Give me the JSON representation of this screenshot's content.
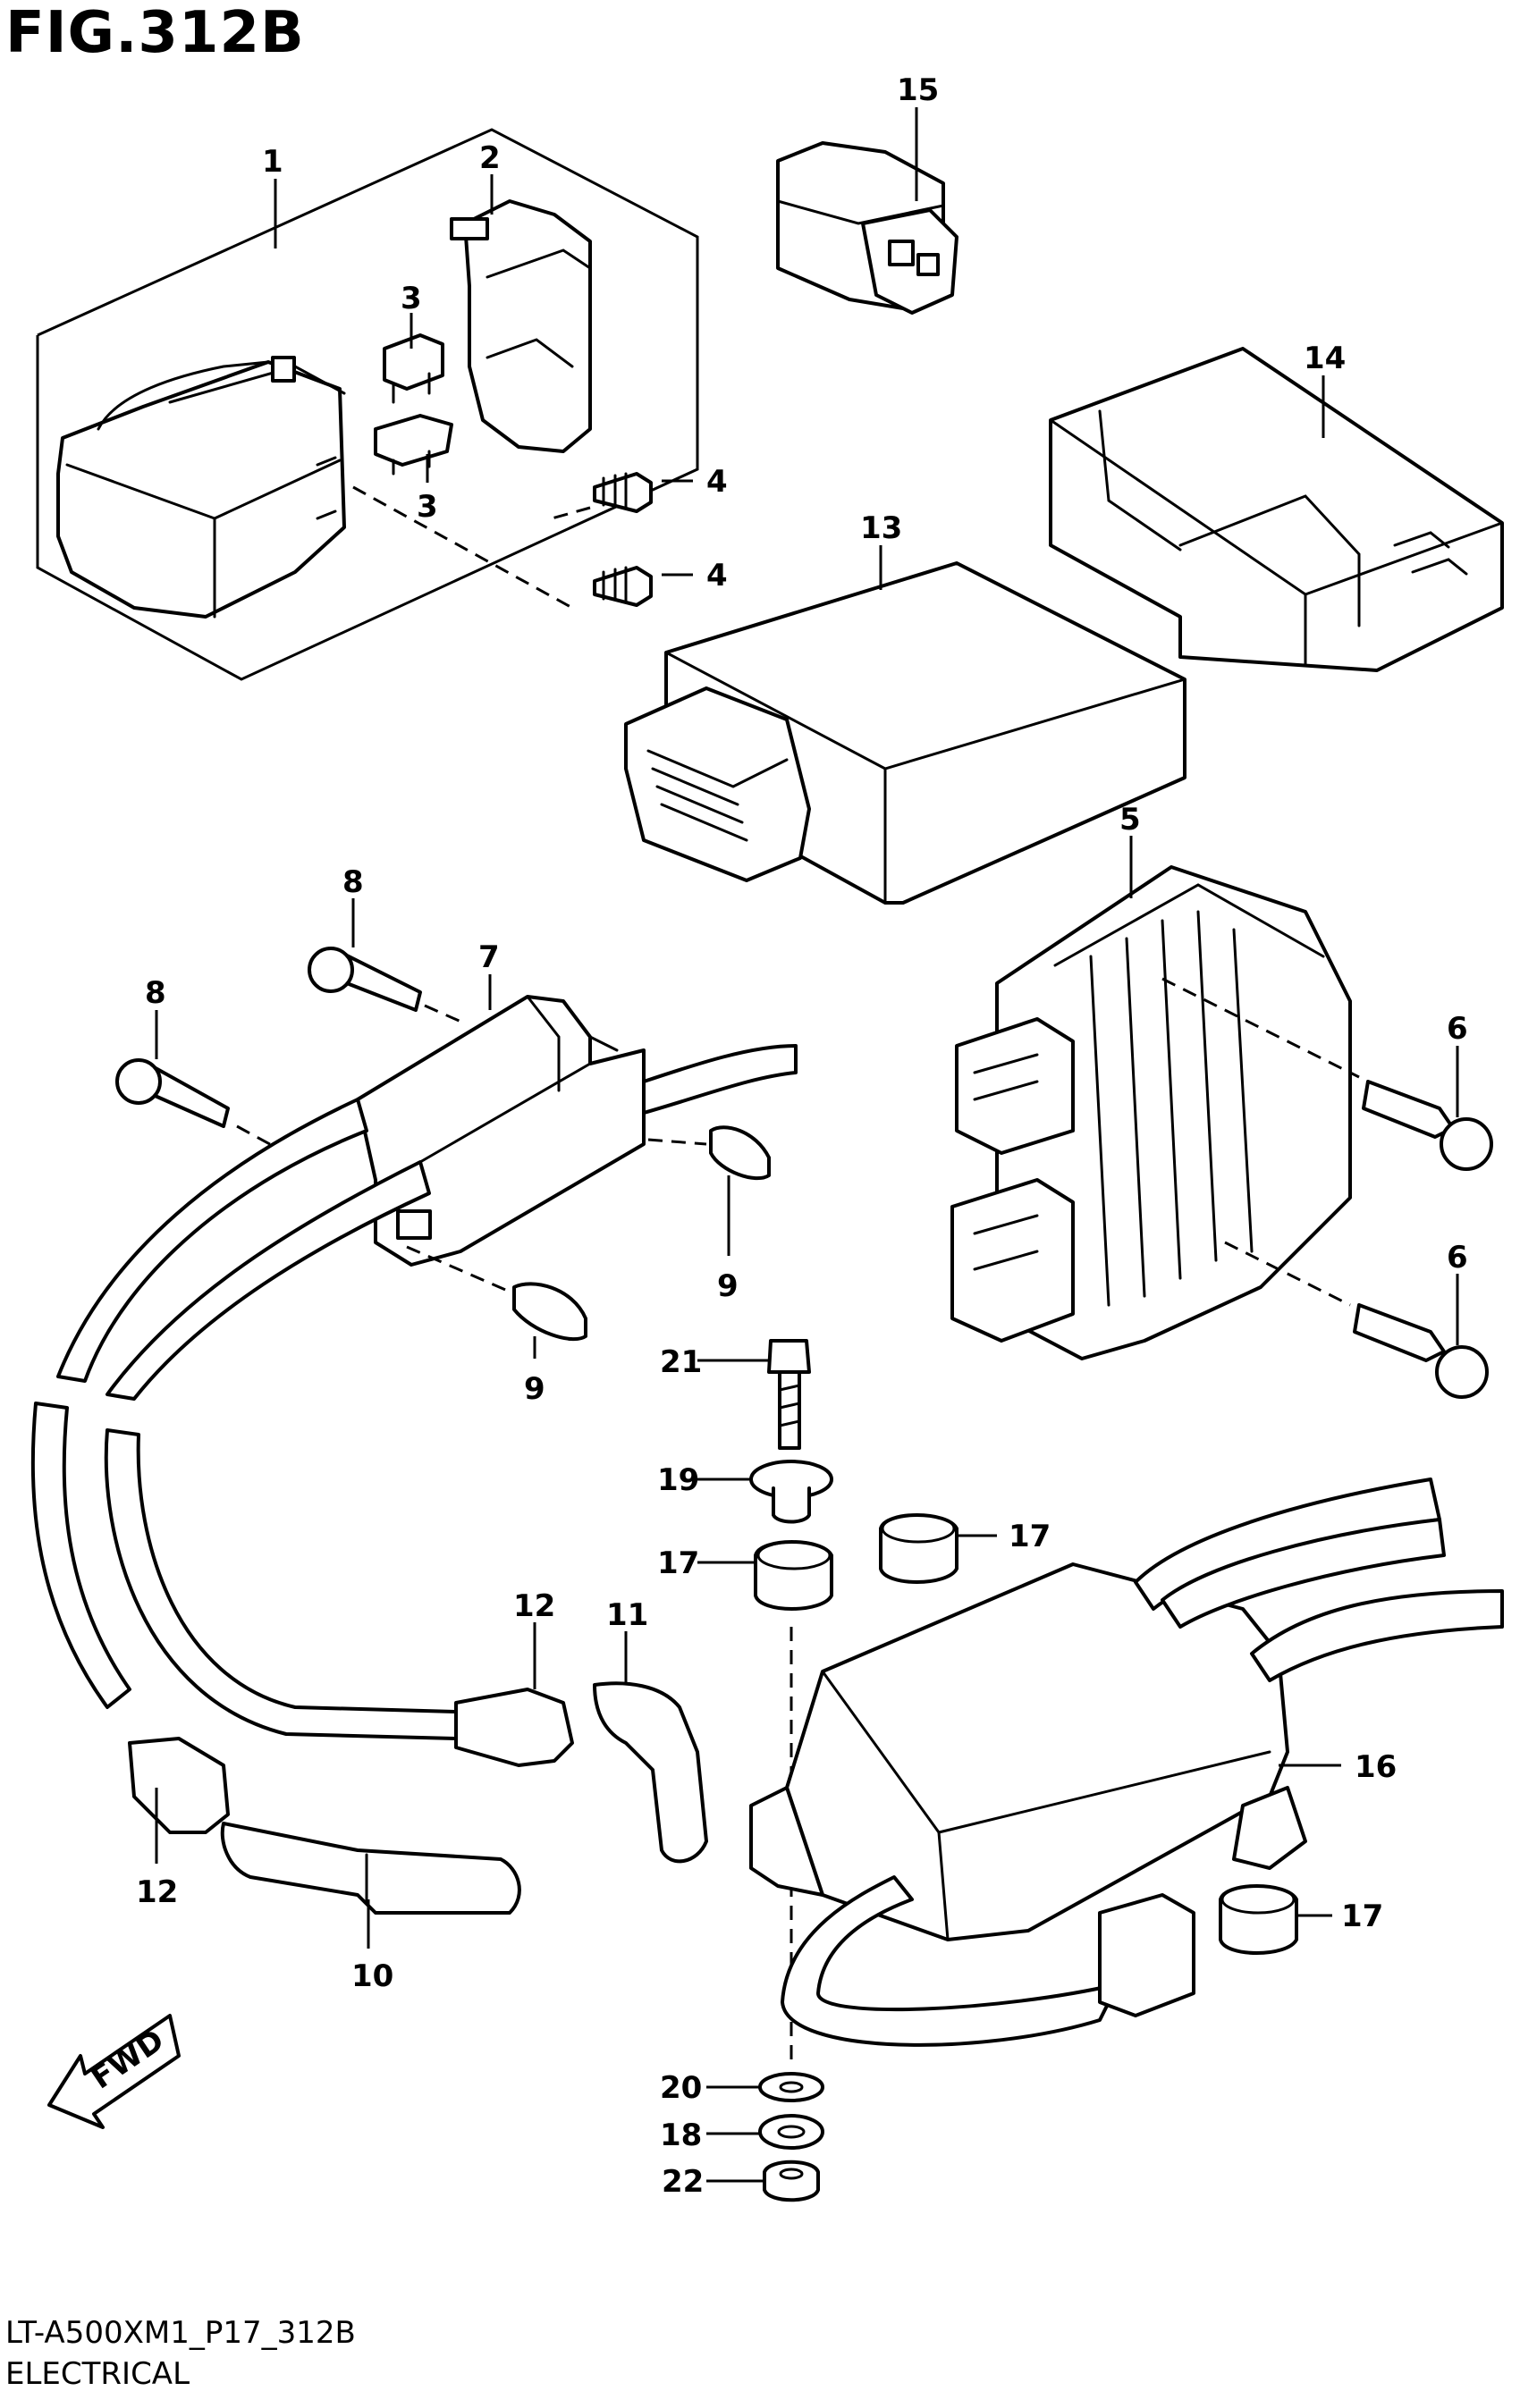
{
  "figure": {
    "title": "FIG.312B",
    "code": "LT-A500XM1_P17_312B",
    "caption": "ELECTRICAL",
    "fwd_label": "FWD"
  },
  "callouts": [
    {
      "id": "c1",
      "label": "1"
    },
    {
      "id": "c2",
      "label": "2"
    },
    {
      "id": "c3a",
      "label": "3"
    },
    {
      "id": "c3b",
      "label": "3"
    },
    {
      "id": "c4a",
      "label": "4"
    },
    {
      "id": "c4b",
      "label": "4"
    },
    {
      "id": "c5",
      "label": "5"
    },
    {
      "id": "c6a",
      "label": "6"
    },
    {
      "id": "c6b",
      "label": "6"
    },
    {
      "id": "c7",
      "label": "7"
    },
    {
      "id": "c8a",
      "label": "8"
    },
    {
      "id": "c8b",
      "label": "8"
    },
    {
      "id": "c9a",
      "label": "9"
    },
    {
      "id": "c9b",
      "label": "9"
    },
    {
      "id": "c10",
      "label": "10"
    },
    {
      "id": "c11",
      "label": "11"
    },
    {
      "id": "c12a",
      "label": "12"
    },
    {
      "id": "c12b",
      "label": "12"
    },
    {
      "id": "c13",
      "label": "13"
    },
    {
      "id": "c14",
      "label": "14"
    },
    {
      "id": "c15",
      "label": "15"
    },
    {
      "id": "c16",
      "label": "16"
    },
    {
      "id": "c17a",
      "label": "17"
    },
    {
      "id": "c17b",
      "label": "17"
    },
    {
      "id": "c17c",
      "label": "17"
    },
    {
      "id": "c18",
      "label": "18"
    },
    {
      "id": "c19",
      "label": "19"
    },
    {
      "id": "c20",
      "label": "20"
    },
    {
      "id": "c21",
      "label": "21"
    },
    {
      "id": "c22",
      "label": "22"
    }
  ]
}
